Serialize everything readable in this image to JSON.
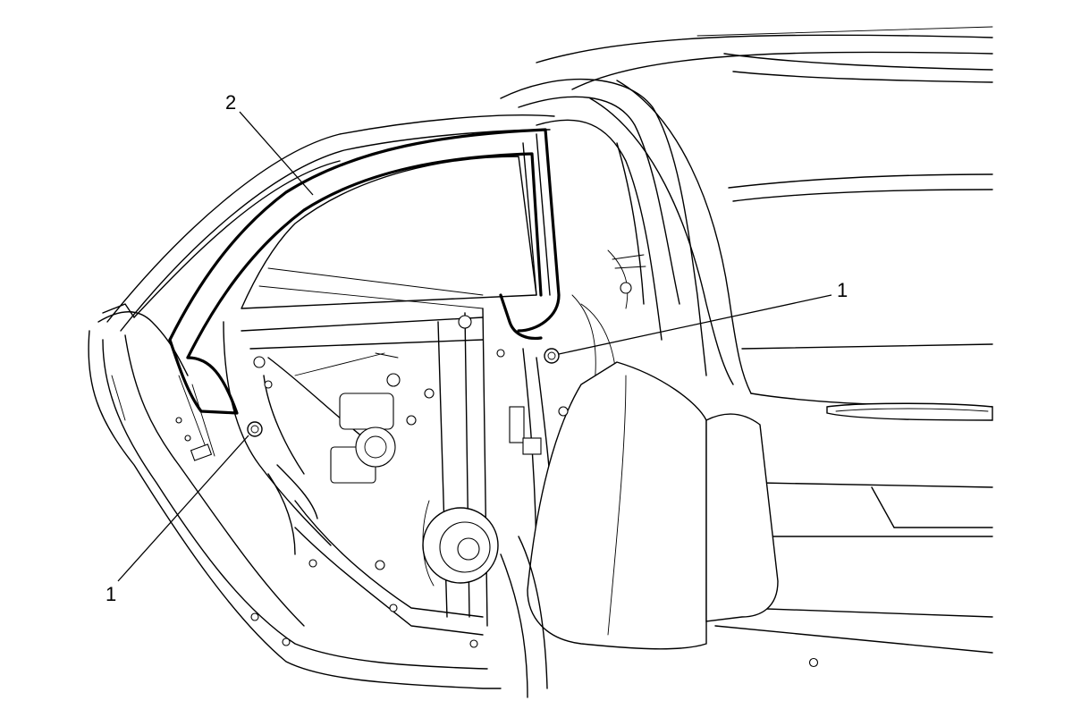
{
  "callouts": [
    {
      "id": "fastener-right",
      "label": "1"
    },
    {
      "id": "fastener-left",
      "label": "1"
    },
    {
      "id": "weatherstrip",
      "label": "2"
    }
  ]
}
